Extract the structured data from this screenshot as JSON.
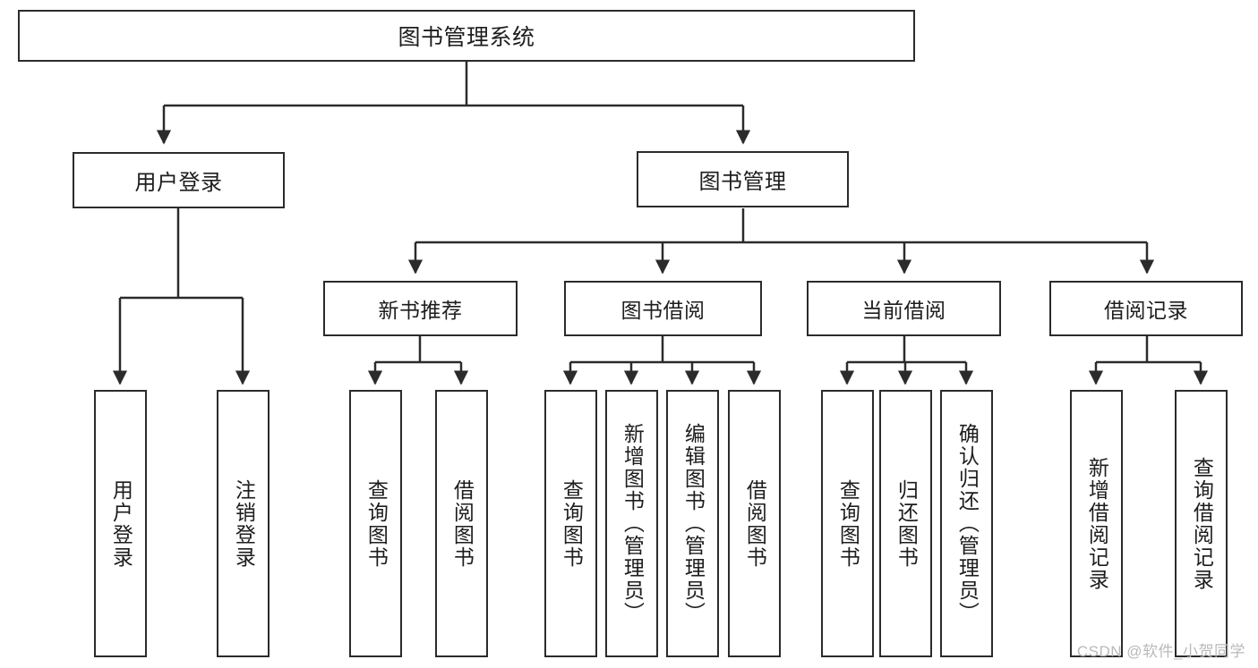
{
  "diagram": {
    "title": "图书管理系统",
    "type": "tree",
    "watermark": "CSDN @软件_小贺同学",
    "root": {
      "label": "图书管理系统"
    },
    "level2": [
      {
        "label": "用户登录"
      },
      {
        "label": "图书管理"
      }
    ],
    "level3": [
      {
        "label": "新书推荐"
      },
      {
        "label": "图书借阅"
      },
      {
        "label": "当前借阅"
      },
      {
        "label": "借阅记录"
      }
    ],
    "leaves": {
      "user_login": [
        {
          "label": "用户登录"
        },
        {
          "label": "注销登录"
        }
      ],
      "new_book": [
        {
          "label": "查询图书"
        },
        {
          "label": "借阅图书"
        }
      ],
      "borrow_book": [
        {
          "label": "查询图书"
        },
        {
          "label": "新增图书（管理员）"
        },
        {
          "label": "编辑图书（管理员）"
        },
        {
          "label": "借阅图书"
        }
      ],
      "current_borrow": [
        {
          "label": "查询图书"
        },
        {
          "label": "归还图书"
        },
        {
          "label": "确认归还（管理员）"
        }
      ],
      "borrow_record": [
        {
          "label": "新增借阅记录"
        },
        {
          "label": "查询借阅记录"
        }
      ]
    },
    "colors": {
      "stroke": "#2b2b2b",
      "fill": "#ffffff",
      "text": "#1d1d1d",
      "watermark": "#b9b9b9"
    }
  }
}
